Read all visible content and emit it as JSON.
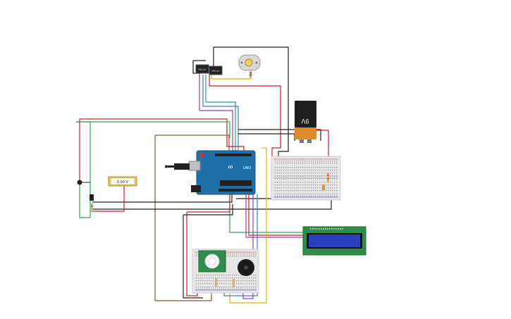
{
  "battery": {
    "label": "9V"
  },
  "multimeter": {
    "reading": "0.00 V"
  },
  "arduino": {
    "brand_text": "UNO",
    "logo_text": "∞"
  },
  "colors": {
    "wire_red": "#cc2222",
    "wire_black": "#222222",
    "wire_green": "#2fa84f",
    "wire_blue": "#3a7bd5",
    "wire_yellow": "#e0b800",
    "wire_brown": "#8b5a2b",
    "wire_purple": "#9b3fb0",
    "wire_teal": "#2a9d8f",
    "arduino_blue": "#1f6fa8",
    "lcd_blue": "#2a3fbf",
    "lcd_pcb": "#2f8f4a",
    "breadboard": "#e6e6e6"
  }
}
